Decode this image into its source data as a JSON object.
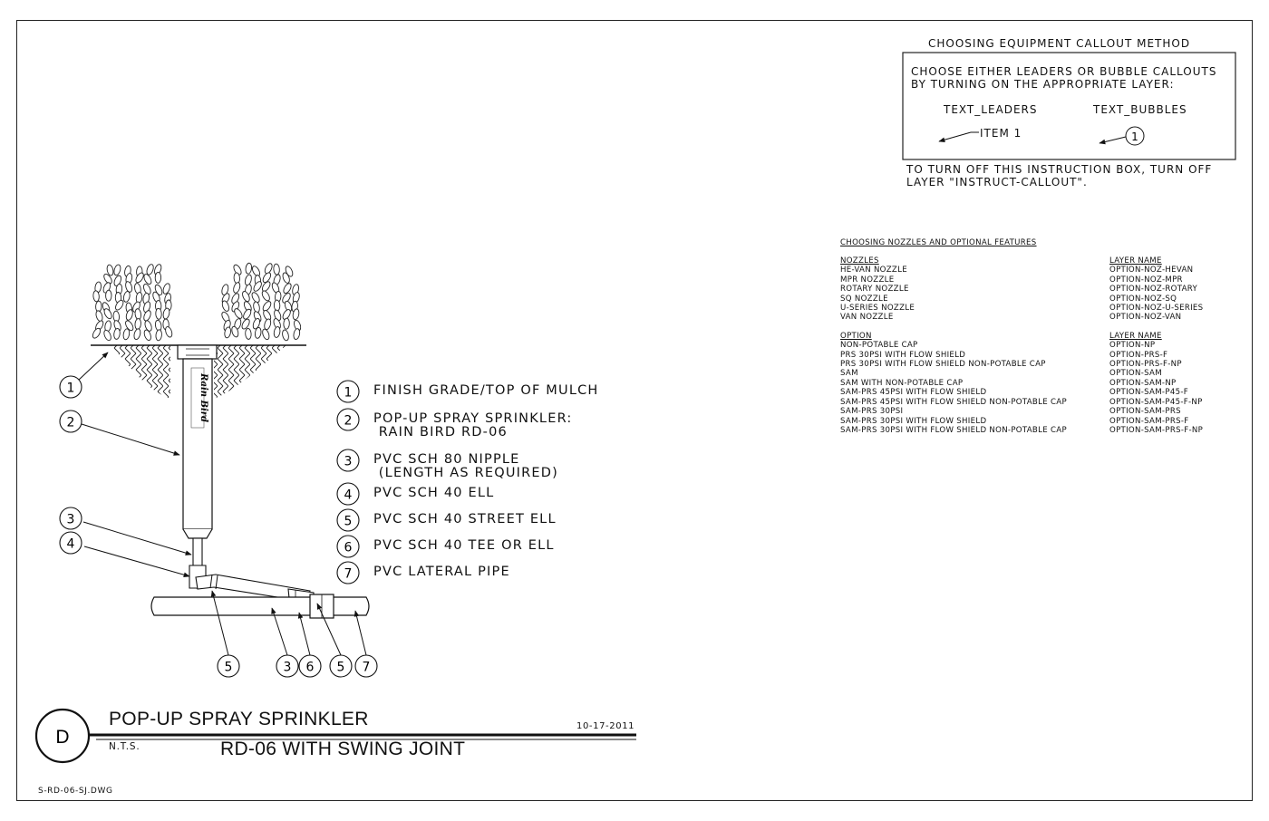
{
  "instruction_box": {
    "heading": "CHOOSING EQUIPMENT CALLOUT METHOD",
    "line1": "CHOOSE EITHER LEADERS OR BUBBLE CALLOUTS",
    "line2": "BY TURNING ON THE APPROPRIATE LAYER:",
    "leaders_label": "TEXT_LEADERS",
    "bubbles_label": "TEXT_BUBBLES",
    "leader_example": "ITEM 1",
    "bubble_example": "1",
    "footer1": "TO TURN OFF THIS INSTRUCTION BOX, TURN OFF",
    "footer2": "LAYER \"INSTRUCT-CALLOUT\"."
  },
  "features": {
    "heading": "CHOOSING NOZZLES AND OPTIONAL FEATURES",
    "nozzles_header": "NOZZLES",
    "layer_header": "LAYER NAME",
    "nozzles": [
      {
        "name": "HE-VAN NOZZLE",
        "layer": "OPTION-NOZ-HEVAN"
      },
      {
        "name": "MPR NOZZLE",
        "layer": "OPTION-NOZ-MPR"
      },
      {
        "name": "ROTARY NOZZLE",
        "layer": "OPTION-NOZ-ROTARY"
      },
      {
        "name": "SQ NOZZLE",
        "layer": "OPTION-NOZ-SQ"
      },
      {
        "name": "U-SERIES NOZZLE",
        "layer": "OPTION-NOZ-U-SERIES"
      },
      {
        "name": "VAN NOZZLE",
        "layer": "OPTION-NOZ-VAN"
      }
    ],
    "option_header": "OPTION",
    "options": [
      {
        "name": "NON-POTABLE CAP",
        "layer": "OPTION-NP"
      },
      {
        "name": "PRS 30PSI WITH FLOW SHIELD",
        "layer": "OPTION-PRS-F"
      },
      {
        "name": "PRS 30PSI WITH FLOW SHIELD NON-POTABLE CAP",
        "layer": "OPTION-PRS-F-NP"
      },
      {
        "name": "SAM",
        "layer": "OPTION-SAM"
      },
      {
        "name": "SAM WITH NON-POTABLE CAP",
        "layer": "OPTION-SAM-NP"
      },
      {
        "name": "SAM-PRS 45PSI WITH FLOW SHIELD",
        "layer": "OPTION-SAM-P45-F"
      },
      {
        "name": "SAM-PRS 45PSI WITH FLOW SHIELD NON-POTABLE CAP",
        "layer": "OPTION-SAM-P45-F-NP"
      },
      {
        "name": "SAM-PRS 30PSI",
        "layer": "OPTION-SAM-PRS"
      },
      {
        "name": "SAM-PRS 30PSI WITH FLOW SHIELD",
        "layer": "OPTION-SAM-PRS-F"
      },
      {
        "name": "SAM-PRS 30PSI WITH FLOW SHIELD NON-POTABLE CAP",
        "layer": "OPTION-SAM-PRS-F-NP"
      }
    ]
  },
  "legend": [
    {
      "num": "1",
      "text": "FINISH GRADE/TOP OF MULCH",
      "text2": ""
    },
    {
      "num": "2",
      "text": "POP-UP SPRAY SPRINKLER:",
      "text2": " RAIN BIRD RD-06"
    },
    {
      "num": "3",
      "text": "PVC SCH 80 NIPPLE",
      "text2": " (LENGTH AS REQUIRED)"
    },
    {
      "num": "4",
      "text": "PVC SCH 40 ELL",
      "text2": ""
    },
    {
      "num": "5",
      "text": "PVC SCH 40 STREET ELL",
      "text2": ""
    },
    {
      "num": "6",
      "text": "PVC SCH 40 TEE OR ELL",
      "text2": ""
    },
    {
      "num": "7",
      "text": "PVC LATERAL PIPE",
      "text2": ""
    }
  ],
  "callouts": {
    "left": [
      "1",
      "2",
      "3",
      "4"
    ],
    "bottom": [
      "5",
      "3",
      "6",
      "5",
      "7"
    ]
  },
  "sprinkler_brand": "Rain Bird",
  "title_block": {
    "detail_letter": "D",
    "title": "POP-UP SPRAY SPRINKLER",
    "subtitle": "RD-06 WITH SWING JOINT",
    "scale": "N.T.S.",
    "date": "10-17-2011"
  },
  "filename": "S-RD-06-SJ.DWG"
}
